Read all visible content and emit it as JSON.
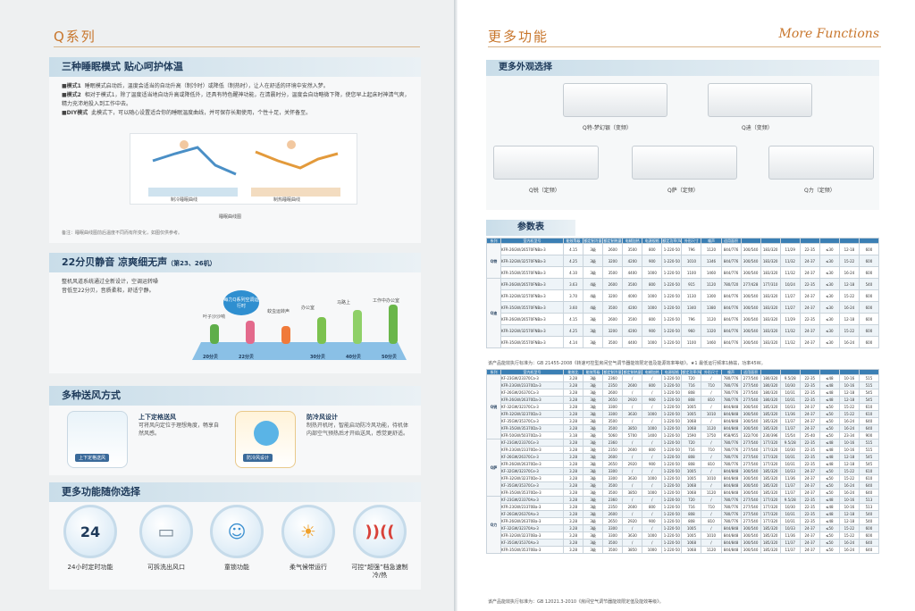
{
  "left": {
    "page_title": "Q系列",
    "sleep": {
      "title": "三种睡眠模式  贴心呵护体温",
      "modes": [
        {
          "label": "■模式1",
          "text": "睡眠模式启动后，温度会适当的自动升高（制冷时）或降低（制热时），让人在舒适的环境中安然入梦。"
        },
        {
          "label": "■模式2",
          "text": "相对于模式1，除了温度适当地自动升高或降低外，还具有特色醒神功能，在清晨时分，温度会自动略微下降，使您早上起床时神清气爽，精力充沛地投入到工作中去。"
        },
        {
          "label": "■DIY模式",
          "text": "此模式下，可以随心设置适合你的睡眠温度曲线，并可保存长期使用，个性十足，关怀备至。"
        }
      ],
      "chart1_caption": "制冷睡眠曲线",
      "chart2_caption": "制热睡眠曲线",
      "figure_caption": "睡眠曲线图",
      "note": "备注：睡眠曲线图前后温度不同而有所变化，如图仅供参考。"
    },
    "quiet": {
      "title": "22分贝静音  凉爽细无声",
      "title_ref": "（第23、26机）",
      "text": "整机风道系统通过全新设计，空调运转噪音低至22分贝，音质柔和，舒适宁静。",
      "badge": "每力Q系列空调运行时",
      "sources": [
        "叶子沙沙响",
        "空调运行时",
        "蚊虫运转声",
        "办公室",
        "马路上",
        "工作中办公室"
      ],
      "levels": [
        "20分贝",
        "22分贝",
        "",
        "30分贝",
        "40分贝",
        "50分贝"
      ]
    },
    "airflow": {
      "title": "多种送风方式",
      "items": [
        {
          "title": "上下定格送风",
          "text": "可将风向定位于理想角度，畅享自然风感。",
          "label": "上下定格送风"
        },
        {
          "title": "防冷风设计",
          "text": "制热开机时，智能启动防冷风功能，待机体内部空气预热后才开始送风，感觉更舒适。",
          "label": "防冷风设计"
        }
      ]
    },
    "more": {
      "title": "更多功能随你选择",
      "features": [
        "24小时定时功能",
        "可拆洗出风口",
        "童锁功能",
        "柔气候带运行",
        "可控“超强”档急速制冷/热"
      ]
    }
  },
  "right": {
    "page_title": "更多功能",
    "page_title_en": "More Functions",
    "appearance": {
      "title": "更多外观选择",
      "models": [
        {
          "name": "Q特-梦幻银",
          "kind": "（变频）"
        },
        {
          "name": "Q迪",
          "kind": "（变频）"
        },
        {
          "name": "Q锐",
          "kind": "（定频）"
        },
        {
          "name": "Q萨",
          "kind": "（定频）"
        },
        {
          "name": "Q力",
          "kind": "（定频）"
        }
      ]
    },
    "params_title": "参数表",
    "table1": {
      "headers": [
        "系列",
        "室内机型号",
        "能效等级",
        "额定制冷量",
        "额定制热量",
        "电辅加热",
        "电源规格",
        "额定功率(W)",
        "外形尺寸",
        "噪声",
        "适用面积"
      ],
      "groups": [
        {
          "name": "Q特",
          "rows": [
            [
              "KFR-26GW/26570FNBa-3",
              "4.15",
              "3级",
              "2600",
              "3500",
              "800",
              "1-220-50",
              "796",
              "1120",
              "844/776",
              "300/540",
              "183/320",
              "11/29",
              "22-35",
              "≤30",
              "12-18",
              "600"
            ],
            [
              "KFR-32GW/32570FNBa-3",
              "4.25",
              "3级",
              "3200",
              "4200",
              "900",
              "1-220-50",
              "1010",
              "1346",
              "844/776",
              "300/540",
              "183/320",
              "11/32",
              "24-37",
              "≤30",
              "15-22",
              "600"
            ],
            [
              "KFR-35GW/35570FNBa-3",
              "4.10",
              "3级",
              "3500",
              "4400",
              "1000",
              "1-220-50",
              "1100",
              "1460",
              "844/776",
              "300/540",
              "183/320",
              "11/32",
              "24-37",
              "≤30",
              "16-24",
              "600"
            ]
          ]
        },
        {
          "name": "Q迪",
          "rows": [
            [
              "KFR-26GW/26570FNBa-3",
              "3.63",
              "4级",
              "2600",
              "3500",
              "800",
              "1-220-50",
              "915",
              "1120",
              "780/720",
              "277/428",
              "177/310",
              "10/24",
              "22-35",
              "≤30",
              "12-18",
              "540"
            ],
            [
              "KFR-32GW/32570FNBa-3",
              "3.70",
              "4级",
              "3200",
              "4000",
              "1000",
              "1-220-50",
              "1130",
              "1300",
              "844/776",
              "300/540",
              "183/320",
              "11/27",
              "24-37",
              "≤30",
              "15-22",
              "600"
            ],
            [
              "KFR-35GW/35570FNBa-3",
              "3.60",
              "4级",
              "3500",
              "4200",
              "1000",
              "1-220-50",
              "1340",
              "1380",
              "844/776",
              "300/540",
              "183/320",
              "11/27",
              "24-37",
              "≤30",
              "16-24",
              "600"
            ],
            [
              "KFR-26GW/26570FNBa-3",
              "4.15",
              "3级",
              "2600",
              "3500",
              "800",
              "1-220-50",
              "796",
              "1120",
              "844/776",
              "300/540",
              "183/320",
              "11/29",
              "22-35",
              "≤30",
              "12-18",
              "600"
            ],
            [
              "KFR-32GW/32570FNBa-3",
              "4.25",
              "3级",
              "3200",
              "4200",
              "900",
              "1-220-50",
              "960",
              "1320",
              "844/776",
              "300/540",
              "183/320",
              "11/32",
              "24-37",
              "≤30",
              "15-22",
              "600"
            ],
            [
              "KFR-35GW/35570FNBa-3",
              "4.14",
              "3级",
              "3500",
              "4400",
              "1000",
              "1-220-50",
              "1100",
              "1460",
              "844/776",
              "300/540",
              "183/320",
              "11/32",
              "24-37",
              "≤30",
              "16-24",
              "600"
            ]
          ]
        }
      ],
      "note": "该产品能效执行标准为：GB 21455-2008《转速可控型房间空气调节器能效限定值及能源效率等级》。★1 最低运行频率1赫兹，功率45W。"
    },
    "table2": {
      "headers": [
        "系列",
        "室内机型号",
        "能效比",
        "能效等级",
        "额定制冷量",
        "额定制热量",
        "电辅加热",
        "电源规格",
        "额定功率(W)",
        "外形尺寸",
        "噪声",
        "适用面积"
      ],
      "groups": [
        {
          "name": "Q锐",
          "rows": [
            [
              "KF-23GW/23370Ca-3",
              "3.28",
              "3级",
              "2360",
              "/",
              "/",
              "1-220-50",
              "720",
              "/",
              "780/776",
              "277/540",
              "180/320",
              "9.5/28",
              "22-35",
              "≤48",
              "10-16",
              "515"
            ],
            [
              "KFR-23GW/23370Da-3",
              "3.28",
              "3级",
              "2350",
              "2600",
              "800",
              "1-220-50",
              "716",
              "710",
              "780/776",
              "277/540",
              "180/320",
              "10/30",
              "22-35",
              "≤48",
              "10-16",
              "515"
            ],
            [
              "KF-26GW/26370Ca-3",
              "3.28",
              "3级",
              "2600",
              "/",
              "/",
              "1-220-50",
              "808",
              "/",
              "780/776",
              "277/540",
              "180/320",
              "10/31",
              "22-35",
              "≤48",
              "12-18",
              "545"
            ],
            [
              "KFR-26GW/26370Da-3",
              "3.28",
              "3级",
              "2650",
              "2920",
              "900",
              "1-220-50",
              "808",
              "810",
              "780/776",
              "277/540",
              "180/320",
              "10/31",
              "22-35",
              "≤48",
              "12-18",
              "545"
            ],
            [
              "KF-32GW/32370Ca-3",
              "3.28",
              "3级",
              "3300",
              "/",
              "/",
              "1-220-50",
              "1005",
              "/",
              "844/848",
              "300/540",
              "185/320",
              "10/33",
              "24-37",
              "≤50",
              "15-22",
              "610"
            ],
            [
              "KFR-32GW/32370Da-3",
              "3.28",
              "3级",
              "3300",
              "3630",
              "1000",
              "1-220-50",
              "1005",
              "1010",
              "844/848",
              "300/540",
              "185/320",
              "11/36",
              "24-37",
              "≤50",
              "15-22",
              "610"
            ],
            [
              "KF-35GW/35370Ca-3",
              "3.28",
              "3级",
              "3500",
              "/",
              "/",
              "1-220-50",
              "1068",
              "/",
              "844/848",
              "300/540",
              "185/320",
              "11/37",
              "24-37",
              "≤50",
              "16-24",
              "640"
            ],
            [
              "KFR-35GW/35370Da-3",
              "3.28",
              "3级",
              "3500",
              "3850",
              "1000",
              "1-220-50",
              "1068",
              "1120",
              "844/848",
              "300/540",
              "185/320",
              "11/37",
              "24-37",
              "≤50",
              "16-24",
              "640"
            ],
            [
              "KFR-50GW/50370Da-3",
              "3.18",
              "3级",
              "5060",
              "5700",
              "1400",
              "1-220-50",
              "1590",
              "1750",
              "958/955",
              "322/700",
              "230/396",
              "15/54",
              "25-40",
              "≤50",
              "23-34",
              "900"
            ]
          ]
        },
        {
          "name": "Q萨",
          "rows": [
            [
              "KF-23GW/23370Ce-3",
              "3.28",
              "3级",
              "2360",
              "/",
              "/",
              "1-220-50",
              "720",
              "/",
              "780/776",
              "277/540",
              "177/320",
              "9.5/28",
              "22-35",
              "≤48",
              "10-16",
              "515"
            ],
            [
              "KFR-23GW/23370De-3",
              "3.28",
              "3级",
              "2350",
              "2600",
              "800",
              "1-220-50",
              "716",
              "710",
              "780/776",
              "277/540",
              "177/320",
              "10/30",
              "22-35",
              "≤48",
              "10-16",
              "515"
            ],
            [
              "KF-26GW/26370Ce-3",
              "3.28",
              "3级",
              "2600",
              "/",
              "/",
              "1-220-50",
              "808",
              "/",
              "780/776",
              "277/540",
              "177/320",
              "10/31",
              "22-35",
              "≤48",
              "12-18",
              "545"
            ],
            [
              "KFR-26GW/26370De-3",
              "3.28",
              "3级",
              "2650",
              "2920",
              "900",
              "1-220-50",
              "808",
              "810",
              "780/776",
              "277/540",
              "177/320",
              "10/31",
              "22-35",
              "≤48",
              "12-18",
              "545"
            ],
            [
              "KF-32GW/32370Ce-3",
              "3.28",
              "3级",
              "3300",
              "/",
              "/",
              "1-220-50",
              "1005",
              "/",
              "844/848",
              "300/540",
              "185/320",
              "10/33",
              "24-37",
              "≤50",
              "15-22",
              "610"
            ],
            [
              "KFR-32GW/32370De-3",
              "3.28",
              "3级",
              "3300",
              "3630",
              "1000",
              "1-220-50",
              "1005",
              "1010",
              "844/848",
              "300/540",
              "185/320",
              "11/36",
              "24-37",
              "≤50",
              "15-22",
              "610"
            ],
            [
              "KF-35GW/35370Ce-3",
              "3.28",
              "3级",
              "3500",
              "/",
              "/",
              "1-220-50",
              "1068",
              "/",
              "844/848",
              "300/540",
              "185/320",
              "11/37",
              "24-37",
              "≤50",
              "16-24",
              "640"
            ],
            [
              "KFR-35GW/35370De-3",
              "3.28",
              "3级",
              "3500",
              "3850",
              "1000",
              "1-220-50",
              "1068",
              "1120",
              "844/848",
              "300/540",
              "185/320",
              "11/37",
              "24-37",
              "≤50",
              "16-24",
              "640"
            ]
          ]
        },
        {
          "name": "Q力",
          "rows": [
            [
              "KF-23GW/23370Aa-3",
              "3.28",
              "3级",
              "2360",
              "/",
              "/",
              "1-220-50",
              "720",
              "/",
              "780/776",
              "277/540",
              "177/320",
              "9.5/28",
              "22-35",
              "≤48",
              "10-16",
              "513"
            ],
            [
              "KFR-23GW/23370Ba-3",
              "3.28",
              "3级",
              "2350",
              "2600",
              "800",
              "1-220-50",
              "716",
              "710",
              "780/776",
              "277/540",
              "177/320",
              "10/30",
              "22-35",
              "≤48",
              "10-16",
              "513"
            ],
            [
              "KF-26GW/26370Aa-3",
              "3.28",
              "3级",
              "2600",
              "/",
              "/",
              "1-220-50",
              "808",
              "/",
              "780/776",
              "277/540",
              "177/320",
              "10/31",
              "22-35",
              "≤48",
              "12-18",
              "540"
            ],
            [
              "KFR-26GW/26370Ba-3",
              "3.28",
              "3级",
              "2650",
              "2920",
              "900",
              "1-220-50",
              "808",
              "810",
              "780/776",
              "277/540",
              "177/320",
              "10/31",
              "22-35",
              "≤48",
              "12-18",
              "540"
            ],
            [
              "KF-32GW/32370Aa-3",
              "3.28",
              "3级",
              "3300",
              "/",
              "/",
              "1-220-50",
              "1005",
              "/",
              "844/848",
              "300/540",
              "185/320",
              "10/33",
              "24-37",
              "≤50",
              "15-22",
              "600"
            ],
            [
              "KFR-32GW/32370Ba-3",
              "3.28",
              "3级",
              "3300",
              "3630",
              "1000",
              "1-220-50",
              "1005",
              "1010",
              "844/848",
              "300/540",
              "185/320",
              "11/36",
              "24-37",
              "≤50",
              "15-22",
              "600"
            ],
            [
              "KF-35GW/35370Aa-3",
              "3.28",
              "3级",
              "3500",
              "/",
              "/",
              "1-220-50",
              "1068",
              "/",
              "844/848",
              "300/540",
              "185/320",
              "11/37",
              "24-37",
              "≤50",
              "16-24",
              "640"
            ],
            [
              "KFR-35GW/35370Ba-3",
              "3.28",
              "3级",
              "3500",
              "3850",
              "1000",
              "1-220-50",
              "1068",
              "1120",
              "844/848",
              "300/540",
              "185/320",
              "11/37",
              "24-37",
              "≤50",
              "16-24",
              "640"
            ]
          ]
        }
      ],
      "note": "该产品能效执行标准为：GB 12021.3-2010《房间空气调节器能效限定值及能效等级》。"
    }
  }
}
